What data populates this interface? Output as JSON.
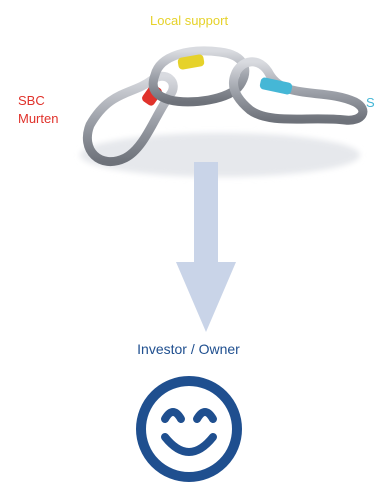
{
  "labels": {
    "local_support": "Local support",
    "sbc_line1": "SBC",
    "sbc_line2": "Murten",
    "partner_fragment": "S",
    "investor": "Investor / Owner"
  },
  "colors": {
    "local_support": "#e6d22a",
    "sbc": "#e0322b",
    "partner": "#45b7d6",
    "investor": "#1f4f8f",
    "arrow": "#c9d4e8",
    "chain_metal": "#a9acb3"
  },
  "icons": {
    "chain": "carabiner-chain-icon",
    "arrow": "down-arrow-icon",
    "smiley": "smiley-face-icon"
  }
}
